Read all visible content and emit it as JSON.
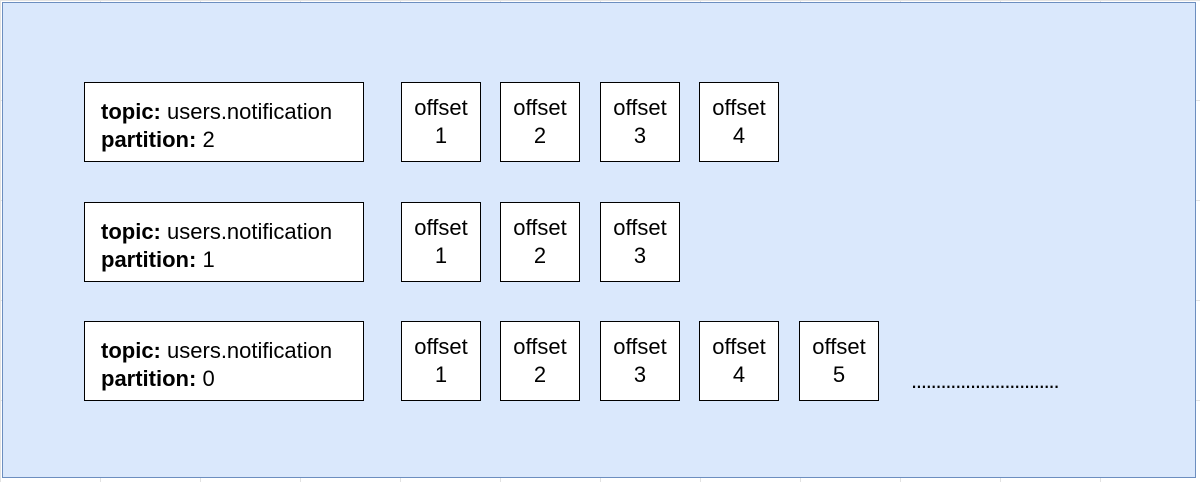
{
  "rows": [
    {
      "topic_label": "topic:",
      "topic_value": "users.notification",
      "partition_label": "partition:",
      "partition_value": "2",
      "offsets": [
        {
          "label": "offset",
          "number": "1"
        },
        {
          "label": "offset",
          "number": "2"
        },
        {
          "label": "offset",
          "number": "3"
        },
        {
          "label": "offset",
          "number": "4"
        }
      ]
    },
    {
      "topic_label": "topic:",
      "topic_value": "users.notification",
      "partition_label": "partition:",
      "partition_value": "1",
      "offsets": [
        {
          "label": "offset",
          "number": "1"
        },
        {
          "label": "offset",
          "number": "2"
        },
        {
          "label": "offset",
          "number": "3"
        }
      ]
    },
    {
      "topic_label": "topic:",
      "topic_value": "users.notification",
      "partition_label": "partition:",
      "partition_value": "0",
      "offsets": [
        {
          "label": "offset",
          "number": "1"
        },
        {
          "label": "offset",
          "number": "2"
        },
        {
          "label": "offset",
          "number": "3"
        },
        {
          "label": "offset",
          "number": "4"
        },
        {
          "label": "offset",
          "number": "5"
        }
      ]
    }
  ],
  "ellipsis": "..............................",
  "colors": {
    "container_fill": "#dae8fc",
    "container_border": "#6c8ebf",
    "box_fill": "#ffffff",
    "box_border": "#000000"
  }
}
